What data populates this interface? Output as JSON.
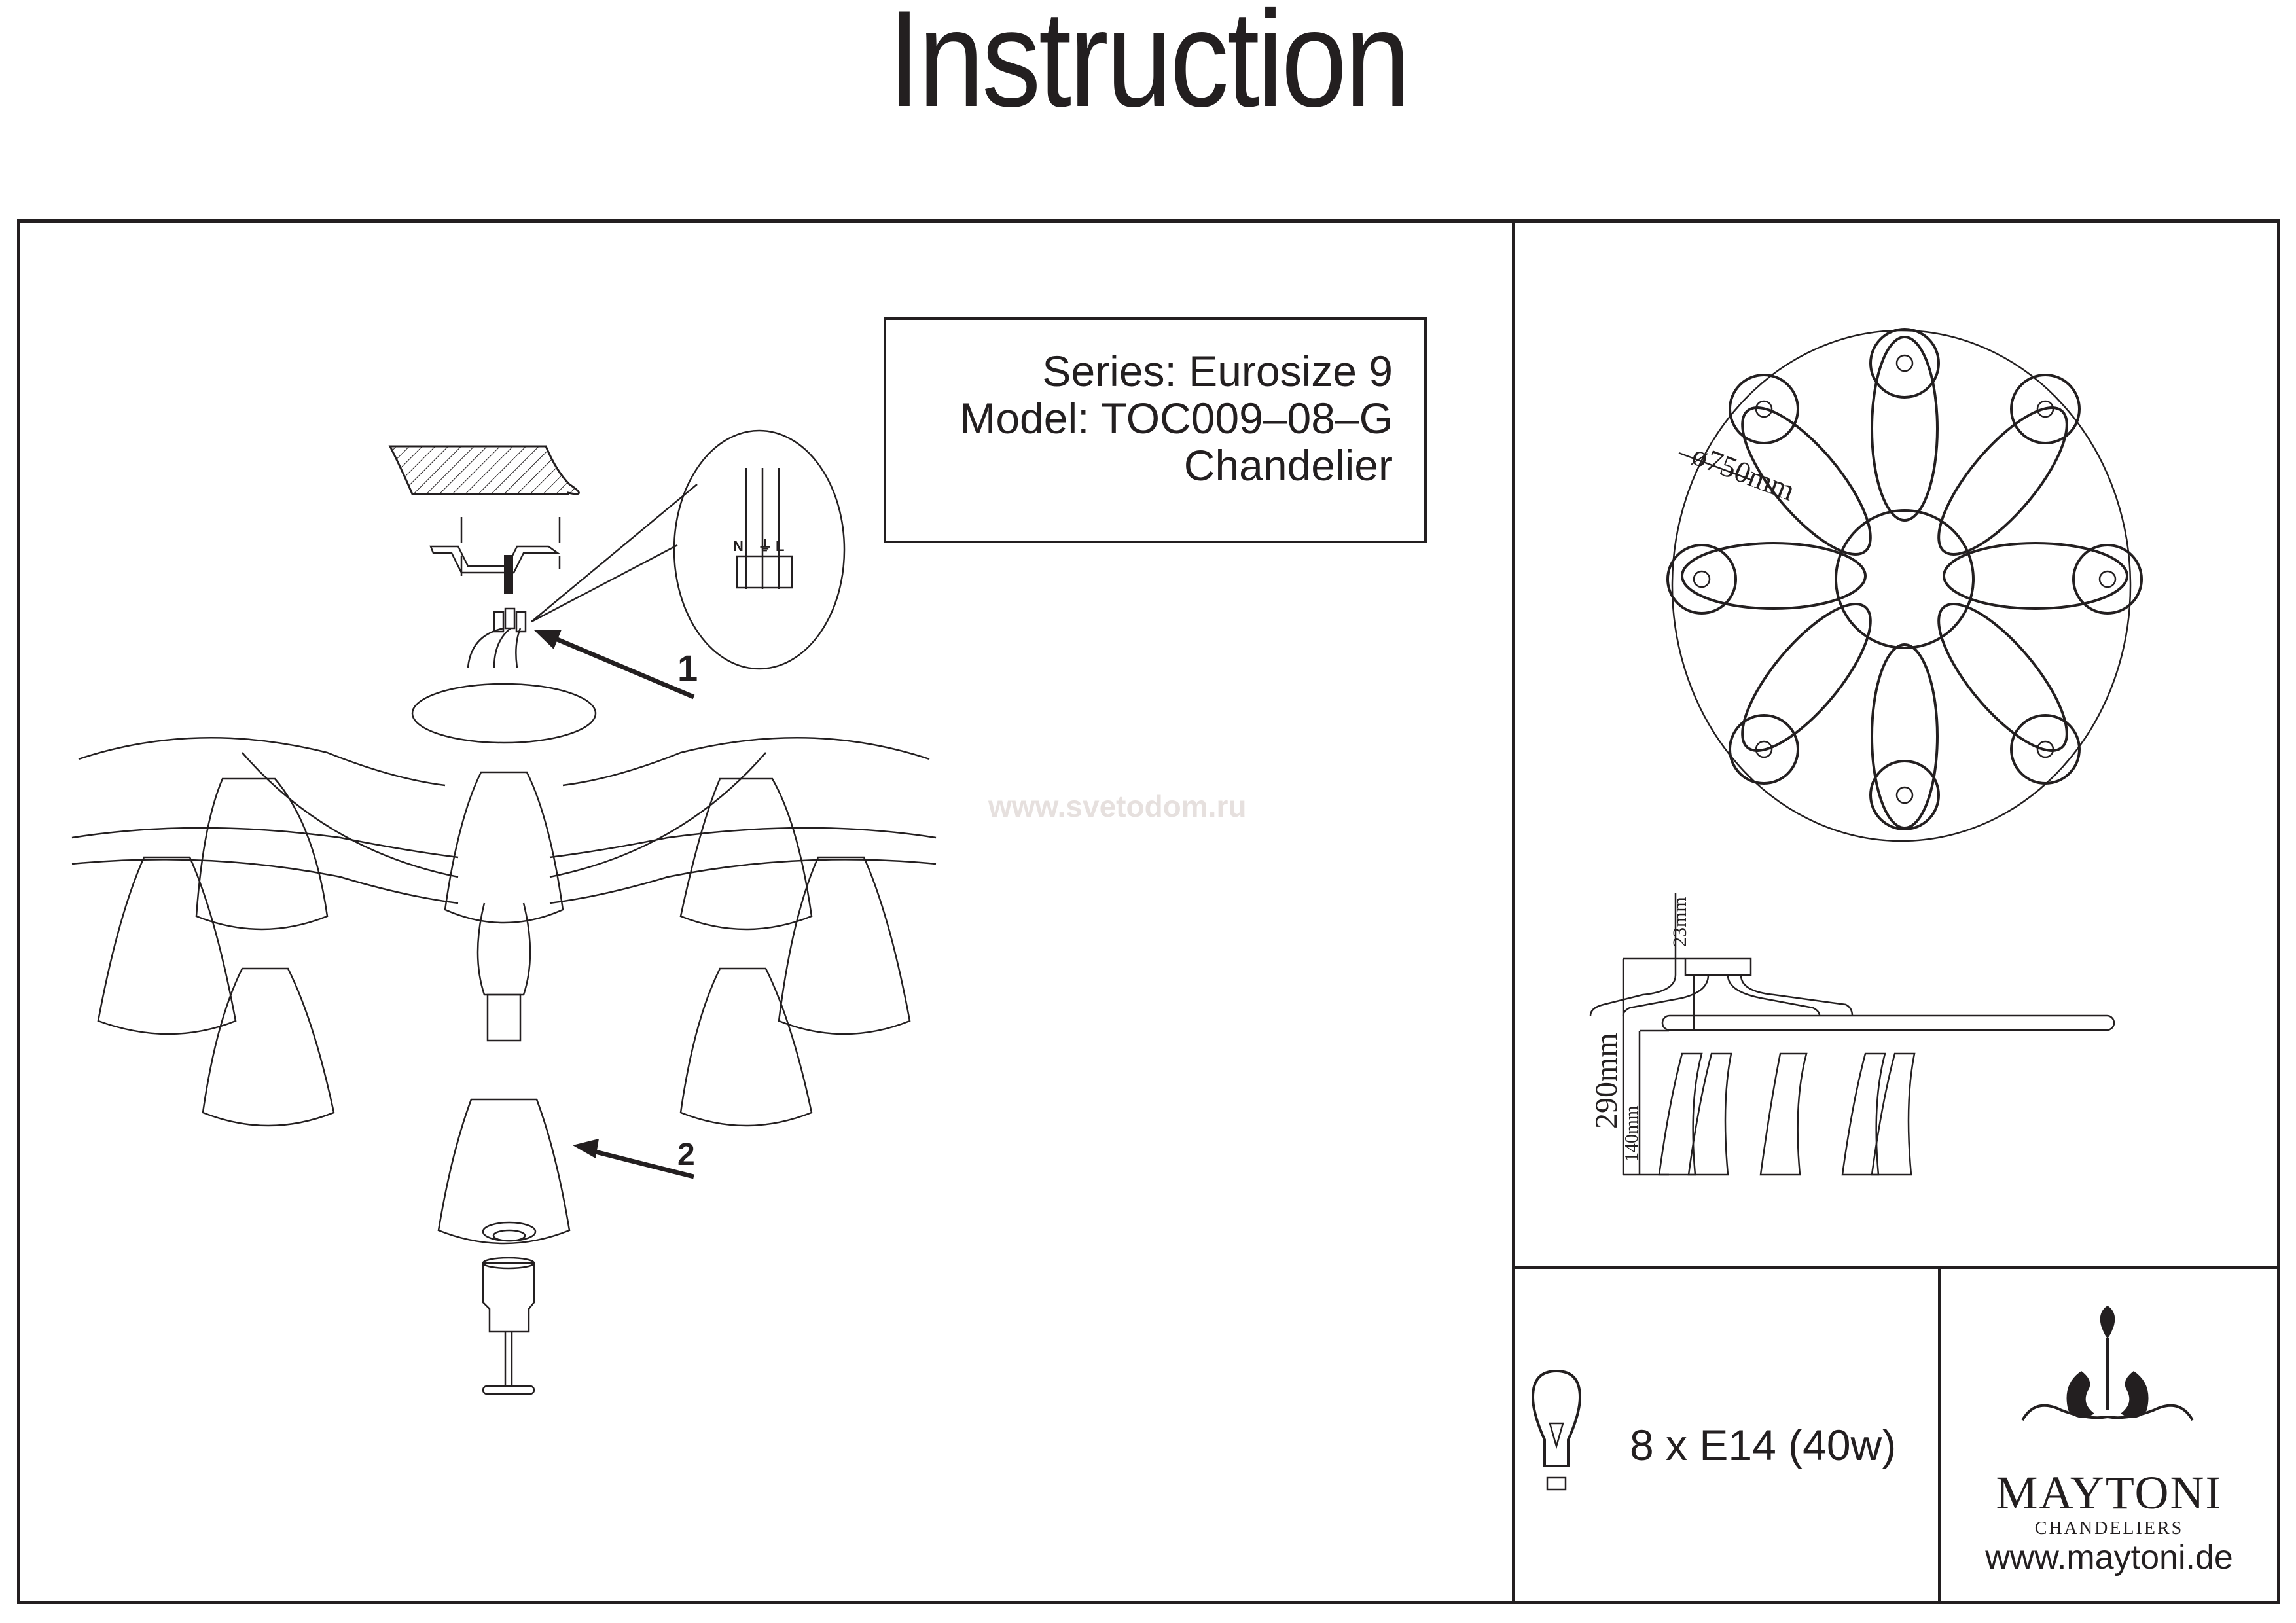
{
  "header": {
    "title": "Instruction"
  },
  "product_info": {
    "series": "Series: Eurosize 9",
    "model": "Model: TOC009–08–G",
    "type": "Chandelier"
  },
  "watermark": "www.svetodom.ru",
  "assembly": {
    "steps": [
      {
        "number": "1",
        "description": "wiring-connection"
      },
      {
        "number": "2",
        "description": "shade-attachment"
      }
    ],
    "terminal_labels": [
      "N",
      "⏚",
      "L"
    ]
  },
  "dimensions": {
    "diameter": "ø750mm",
    "canopy_height": "23mm",
    "total_height": "290mm",
    "shade_height": "140mm"
  },
  "lamp_spec": {
    "icon": "bulb-icon",
    "text": "8 x E14 (40w)"
  },
  "brand": {
    "name": "MAYTONI",
    "subtitle": "CHANDELIERS",
    "url": "www.maytoni.de",
    "icon": "chandelier-logo-icon"
  },
  "colors": {
    "ink": "#231f20",
    "watermark": "#e6e0de",
    "background": "#ffffff"
  }
}
